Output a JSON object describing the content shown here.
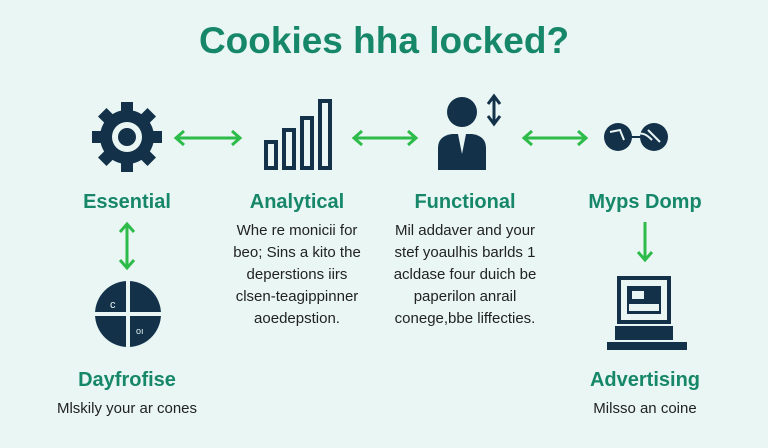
{
  "title": "Cookies hha locked?",
  "colors": {
    "accent": "#17876a",
    "icon": "#13324a",
    "arrow": "#2dbb4a",
    "background": "#e9f6f4"
  },
  "categories": [
    {
      "label": "Essential",
      "icon": "gear-icon"
    },
    {
      "label": "Analytical",
      "icon": "bar-chart-icon",
      "description": [
        "Whe re monicii for",
        "beo; Sins a kito the",
        "deperstions iirs",
        "clsen-teagippinner",
        "aoedepstion."
      ]
    },
    {
      "label": "Functional",
      "icon": "person-icon",
      "description": [
        "Mil addaver and your",
        "stef yoaulhis barlds 1",
        "acldase four duich be",
        "paperilon anrail",
        "conege,bbe liffecties."
      ]
    },
    {
      "label": "Myps Domp",
      "icon": "globe-icon"
    },
    {
      "label": "Dayfrofise",
      "icon": "pie-chart-icon",
      "description": [
        "Mlskily your ar cones"
      ]
    },
    {
      "label": "Advertising",
      "icon": "computer-icon",
      "description": [
        "Milsso an coine"
      ]
    }
  ]
}
